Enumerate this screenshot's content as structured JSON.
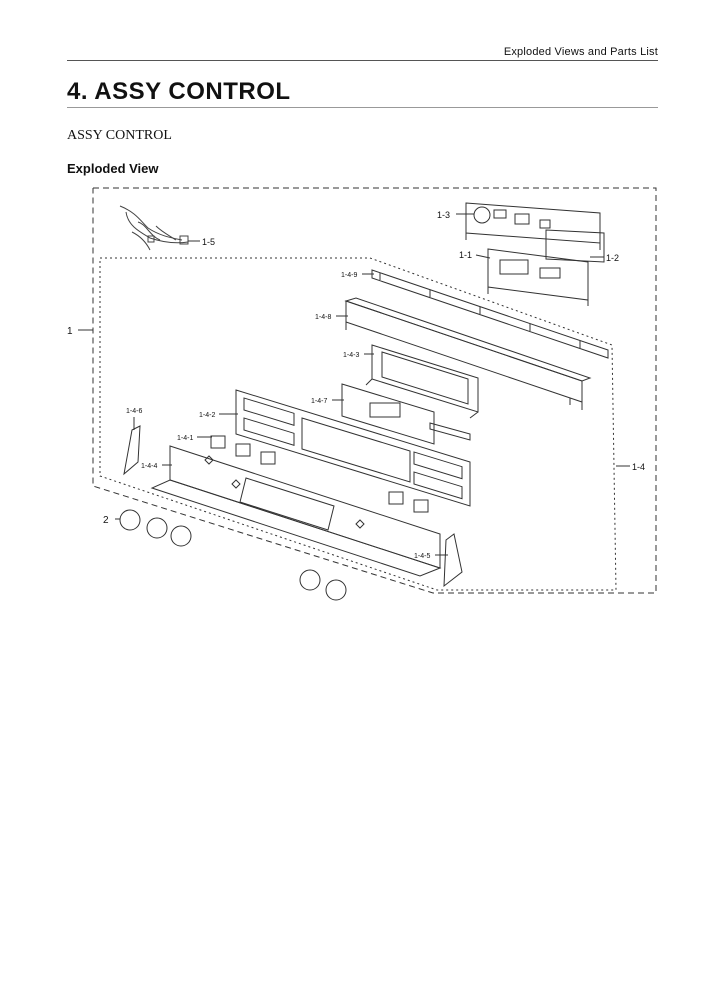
{
  "header": {
    "section_name": "Exploded Views and Parts List"
  },
  "page": {
    "title": "4.  ASSY CONTROL",
    "subtitle": "ASSY CONTROL",
    "section_heading": "Exploded View"
  },
  "diagram": {
    "callouts": {
      "c1": "1",
      "c1_1": "1-1",
      "c1_2": "1-2",
      "c1_3": "1-3",
      "c1_4": "1-4",
      "c1_4_1": "1-4-1",
      "c1_4_2": "1-4-2",
      "c1_4_3": "1-4-3",
      "c1_4_4": "1-4-4",
      "c1_4_5": "1-4-5",
      "c1_4_6": "1-4-6",
      "c1_4_7": "1-4-7",
      "c1_4_8": "1-4-8",
      "c1_4_9": "1-4-9",
      "c1_5": "1-5",
      "c2": "2"
    }
  }
}
